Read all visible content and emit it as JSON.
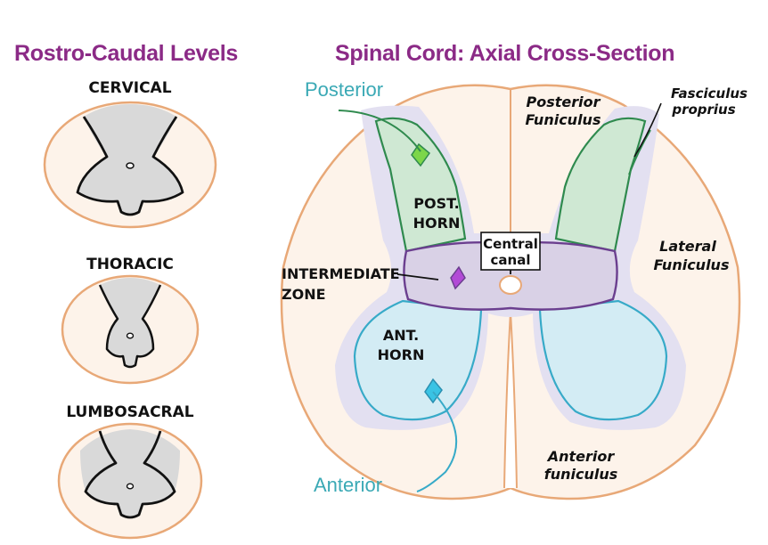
{
  "titles": {
    "left": "Rostro-Caudal Levels",
    "right": "Spinal Cord: Axial Cross-Section"
  },
  "levels": {
    "cervical": "CERVICAL",
    "thoracic": "THORACIC",
    "lumbosacral": "LUMBOSACRAL"
  },
  "directions": {
    "posterior": "Posterior",
    "anterior": "Anterior"
  },
  "labels": {
    "post_horn_1": "POST.",
    "post_horn_2": "HORN",
    "ant_horn_1": "ANT.",
    "ant_horn_2": "HORN",
    "intermediate_1": "INTERMEDIATE",
    "intermediate_2": "ZONE",
    "central_canal_1": "Central",
    "central_canal_2": "canal",
    "posterior_funiculus_1": "Posterior",
    "posterior_funiculus_2": "Funiculus",
    "fasciculus_1": "Fasciculus",
    "fasciculus_2": "proprius",
    "lateral_funiculus_1": "Lateral",
    "lateral_funiculus_2": "Funiculus",
    "anterior_funiculus_1": "Anterior",
    "anterior_funiculus_2": "funiculus"
  },
  "colors": {
    "title": "#8b2a86",
    "direction_text": "#3aa9b5",
    "cord_outline": "#e8a877",
    "cord_fill": "#fdf3ea",
    "gray_matter": "#d9d9d9",
    "post_horn": "#cfe8d3",
    "post_horn_line": "#2f8a4e",
    "ant_horn": "#d3ecf4",
    "ant_horn_line": "#37aac8",
    "intermediate": "#d9d1e6",
    "intermediate_line": "#6b3f8f",
    "halo": "#e0ddf0",
    "green_marker": "#7cd64a",
    "purple_marker": "#b24ad6",
    "blue_marker": "#39c3e4"
  }
}
